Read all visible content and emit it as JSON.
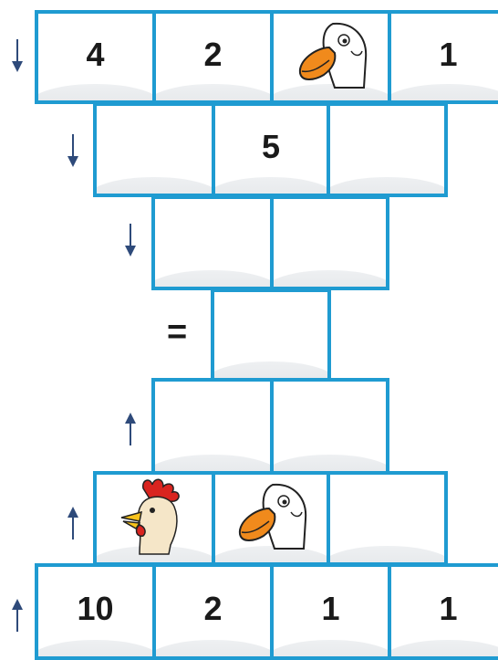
{
  "rows": [
    {
      "arrow": "down",
      "cells": [
        "4",
        "2",
        {
          "icon": "goose-icon"
        },
        "1"
      ]
    },
    {
      "arrow": "down",
      "cells": [
        "",
        "5",
        ""
      ]
    },
    {
      "arrow": "down",
      "cells": [
        "",
        ""
      ]
    },
    {
      "symbol": "=",
      "cells": [
        ""
      ]
    },
    {
      "arrow": "up",
      "cells": [
        "",
        ""
      ]
    },
    {
      "arrow": "up",
      "cells": [
        {
          "icon": "rooster-icon"
        },
        {
          "icon": "goose-icon"
        },
        ""
      ]
    },
    {
      "arrow": "up",
      "cells": [
        "10",
        "2",
        "1",
        "1"
      ]
    }
  ],
  "colors": {
    "border": "#1f9bd1",
    "arrow": "#2e4a7a",
    "text": "#1a1a1a"
  }
}
